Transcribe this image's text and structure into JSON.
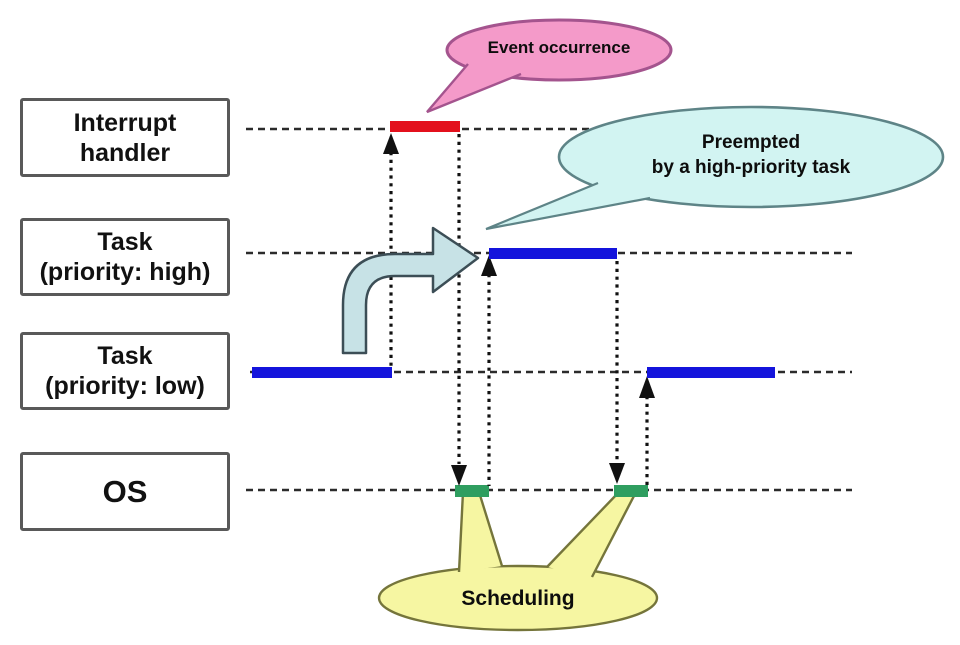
{
  "rows": [
    {
      "line1": "Interrupt",
      "line2": "handler"
    },
    {
      "line1": "Task",
      "line2": "(priority: high)"
    },
    {
      "line1": "Task",
      "line2": "(priority: low)"
    },
    {
      "line1": "OS",
      "line2": ""
    }
  ],
  "callouts": {
    "event": {
      "text": "Event occurrence"
    },
    "preempted": {
      "line1": "Preempted",
      "line2": "by a high-priority task"
    },
    "scheduling": {
      "text": "Scheduling"
    }
  },
  "colors": {
    "line": "#2b2b2b",
    "line_dark": "#111111",
    "box_border": "#595959",
    "task_bar": "#1414dc",
    "interrupt_bar": "#e3101c",
    "os_bar": "#2f9e60",
    "event_bubble_fill": "#f49ac9",
    "event_bubble_border": "#a4548e",
    "preempt_bubble_fill": "#d2f4f2",
    "preempt_bubble_border": "#5e8487",
    "scheduling_fill": "#f6f6a2",
    "scheduling_border": "#75753b",
    "arrow_fill": "#c7e2e6",
    "arrow_border": "#3c4e56"
  }
}
